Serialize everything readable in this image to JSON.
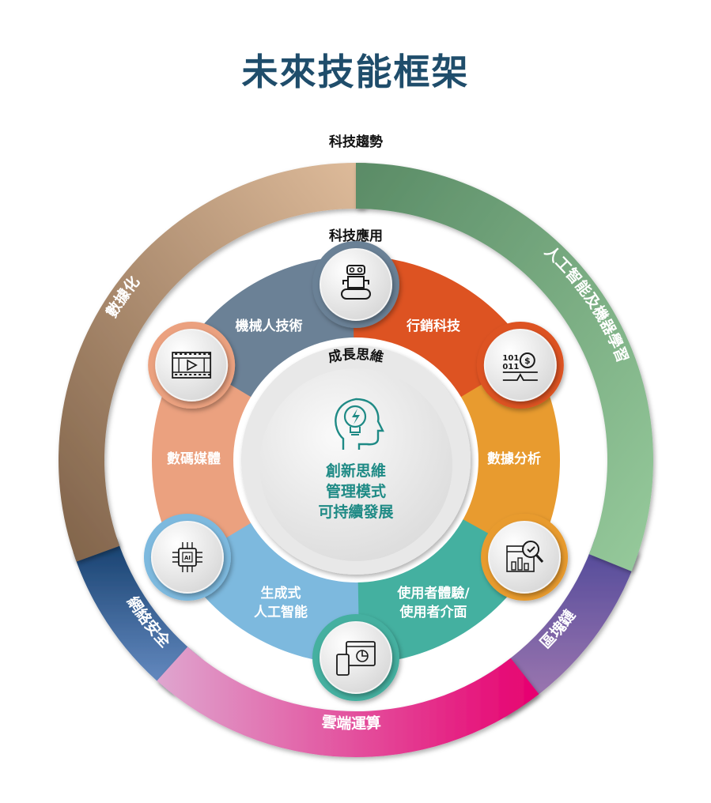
{
  "title": "未來技能框架",
  "outer_ring": {
    "label": "科技趨勢",
    "segments": [
      {
        "label": "數據化",
        "colors": [
          "#7f6249",
          "#dfbc9b"
        ]
      },
      {
        "label": "人工智能及機器學習",
        "colors": [
          "#5a8b66",
          "#97cb9c"
        ]
      },
      {
        "label": "區塊鏈",
        "colors": [
          "#4f4899",
          "#a57cb2"
        ]
      },
      {
        "label": "雲端運算",
        "colors": [
          "#e7006f",
          "#dfa6cf"
        ]
      },
      {
        "label": "網絡安全",
        "colors": [
          "#153f6d",
          "#6a8fc6"
        ]
      }
    ]
  },
  "middle_ring": {
    "label": "科技應用",
    "segments": [
      {
        "label": "機械人技術",
        "color": "#6b8196",
        "icon": "robot-icon"
      },
      {
        "label": "行銷科技",
        "color": "#dd5322",
        "icon": "marketing-tech-icon"
      },
      {
        "label": "數據分析",
        "color": "#e89b2f",
        "icon": "data-analysis-icon"
      },
      {
        "label": "使用者體驗/",
        "label2": "使用者介面",
        "color": "#44b0a0",
        "icon": "devices-icon"
      },
      {
        "label": "生成式",
        "label2": "人工智能",
        "color": "#7db9de",
        "icon": "ai-chip-icon"
      },
      {
        "label": "數碼媒體",
        "color": "#eba17f",
        "icon": "film-icon"
      }
    ]
  },
  "center": {
    "label": "成長思維",
    "icon": "head-lightbulb-icon",
    "lines": [
      "創新思維",
      "管理模式",
      "可持續發展"
    ],
    "color": "#1e8a85"
  }
}
